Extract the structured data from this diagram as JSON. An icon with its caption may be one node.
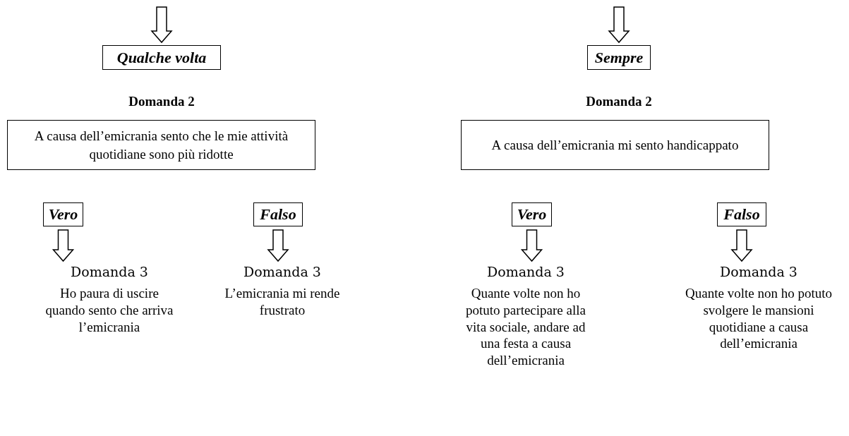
{
  "diagram": {
    "nodes": [
      {
        "text": [
          "Qualche volta"
        ]
      },
      {
        "text": [
          "Sempre"
        ]
      },
      {
        "text": [
          "A causa dell’emicrania sento che le mie attività quotidiane sono più ridotte"
        ],
        "beside": [
          "Domanda 2"
        ]
      },
      {
        "text": [
          "A causa dell’emicrania mi sento handicappato"
        ],
        "beside": [
          "Domanda 2"
        ]
      },
      {
        "text": [
          "Vero"
        ]
      },
      {
        "text": [
          "Falso"
        ]
      },
      {
        "text": [
          "Vero"
        ]
      },
      {
        "text": [
          "Falso"
        ]
      },
      {
        "text": [
          "Domanda 3",
          "Ho paura di uscire quando sento che arriva l’emicrania"
        ]
      },
      {
        "text": [
          "Domanda 3",
          "L’emicrania mi rende frustrato"
        ]
      },
      {
        "text": [
          "Domanda 3",
          "Quante volte non ho potuto partecipare alla vita sociale, andare ad una festa a causa dell’emicrania"
        ]
      },
      {
        "text": [
          "Domanda 3",
          "Quante volte non ho potuto svolgere le mansioni quotidiane a causa dell’emicrania"
        ]
      }
    ],
    "edges": [
      {
        "from": null,
        "to": 0,
        "arrow": "to"
      },
      {
        "from": null,
        "to": 1,
        "arrow": "to"
      },
      {
        "from": 4,
        "to": 8,
        "arrow": "to"
      },
      {
        "from": 5,
        "to": 9,
        "arrow": "to"
      },
      {
        "from": 6,
        "to": 10,
        "arrow": "to"
      },
      {
        "from": 7,
        "to": 11,
        "arrow": "to"
      }
    ]
  }
}
